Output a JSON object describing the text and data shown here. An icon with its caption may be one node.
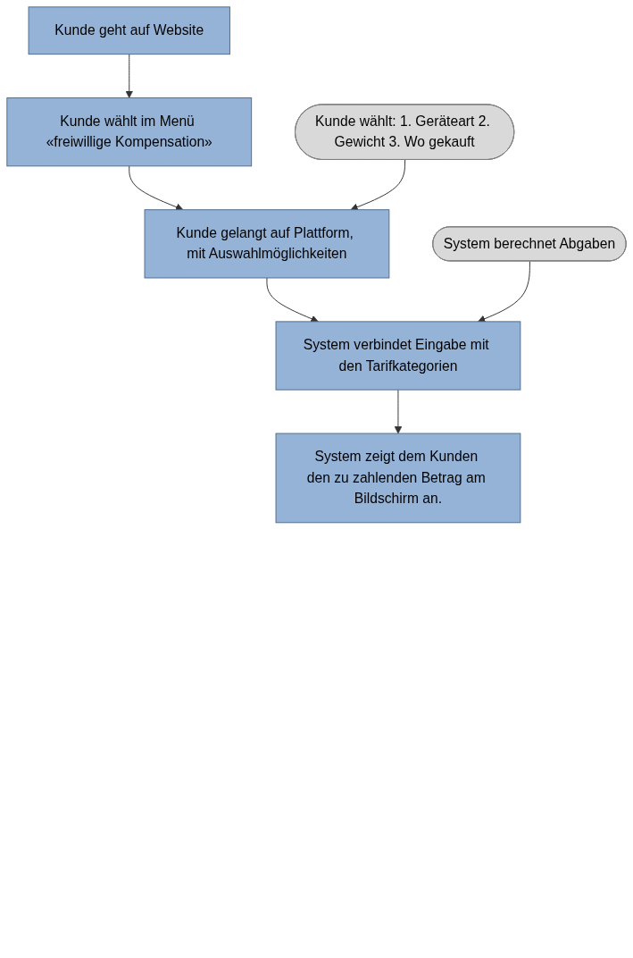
{
  "diagram": {
    "nodes": [
      {
        "text": [
          "Kunde geht auf Website"
        ]
      },
      {
        "text": [
          "Kunde wählt im Menü «freiwillige Kompensation»"
        ]
      },
      {
        "text": [
          "Kunde gelangt auf Plattform, mit Auswahlmöglichkeiten"
        ]
      },
      {
        "text": [
          "Kunde wählt: 1. Geräteart 2. Gewicht 3. Wo gekauft"
        ]
      },
      {
        "text": [
          "System verbindet Eingabe mit den Tarifkategorien"
        ]
      },
      {
        "text": [
          "System berechnet Abgaben"
        ]
      },
      {
        "text": [
          "System zeigt dem Kunden den zu zahlenden Betrag am Bildschirm an."
        ]
      }
    ],
    "edges": [
      {
        "from": 0,
        "to": 1,
        "arrow": "to"
      },
      {
        "from": 1,
        "to": 2,
        "arrow": "to"
      },
      {
        "from": 3,
        "to": 2,
        "arrow": "to"
      },
      {
        "from": 2,
        "to": 4,
        "arrow": "to"
      },
      {
        "from": 5,
        "to": 4,
        "arrow": "to"
      },
      {
        "from": 4,
        "to": 6,
        "arrow": "to"
      }
    ]
  }
}
